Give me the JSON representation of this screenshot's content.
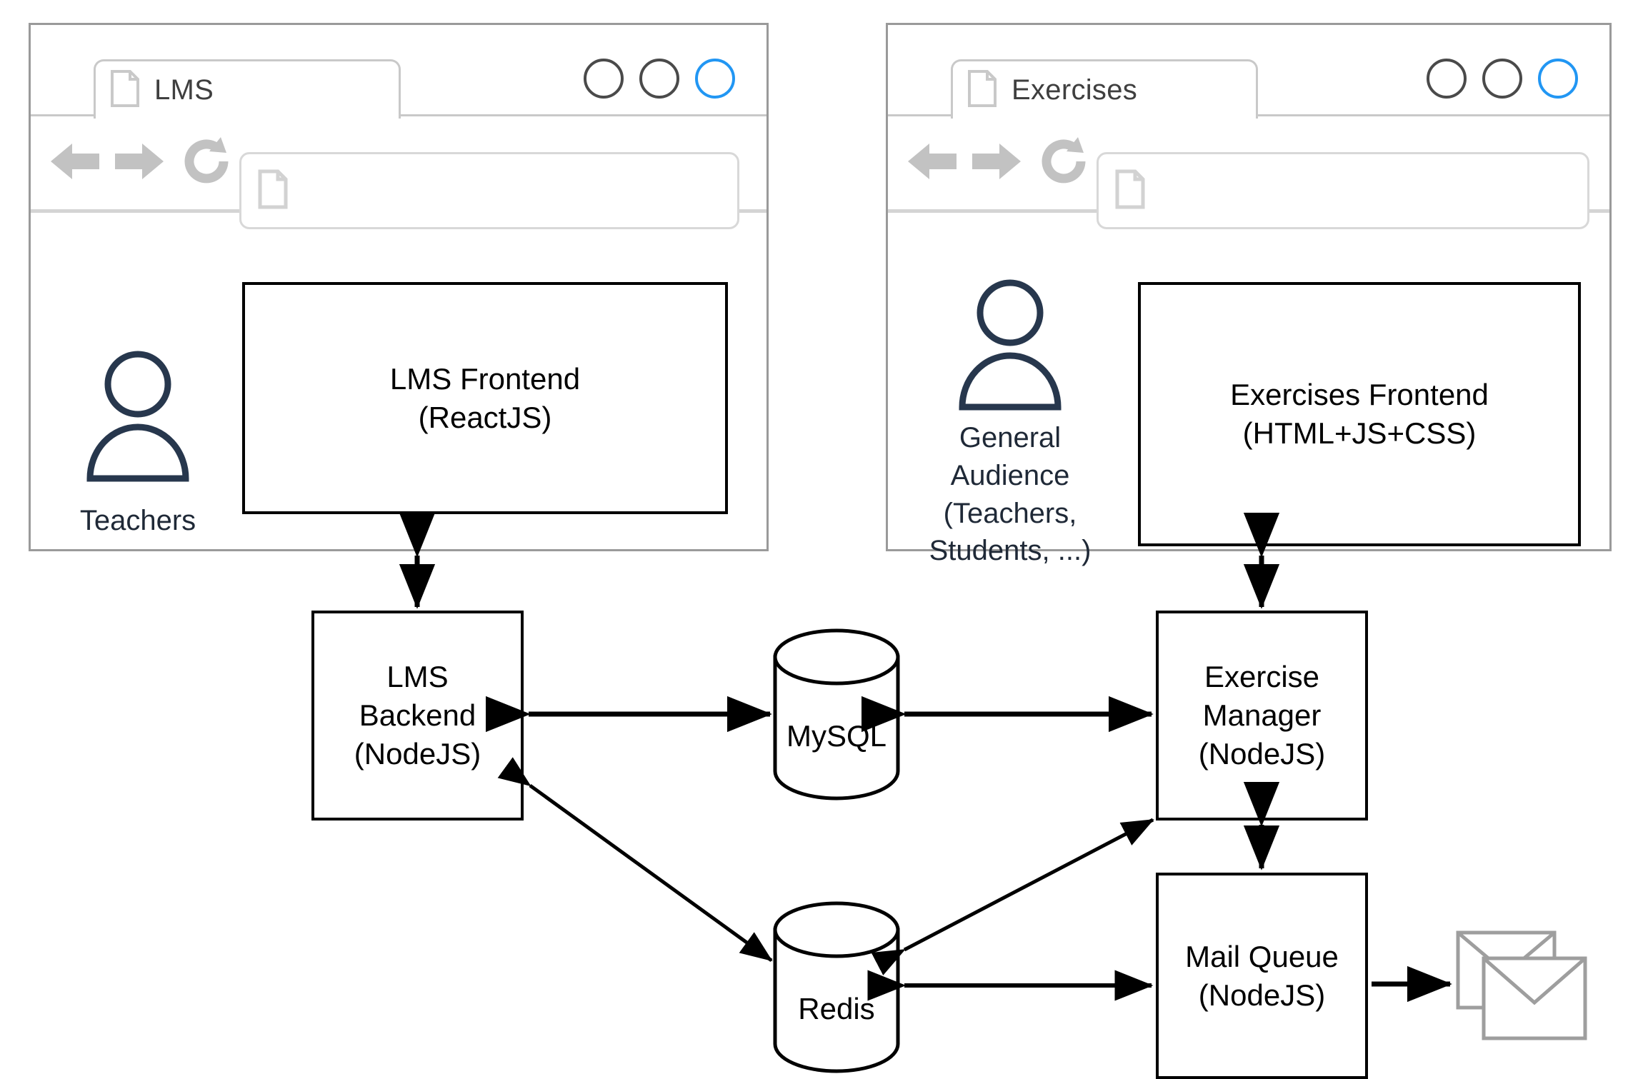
{
  "diagram": {
    "title": "LMS and Exercises system architecture",
    "colors": {
      "stroke": "#000000",
      "chrome_border": "#9a9a9a",
      "chrome_light": "#c9c9c9",
      "toolbar_icon": "#c2c2c2",
      "accent_blue": "#2196f3",
      "person_navy": "#27374d",
      "envelope_gray": "#9e9e9e",
      "tab_text": "#3f3f3f"
    },
    "browsers": [
      {
        "name": "lms-browser",
        "tab_label": "LMS",
        "tab_icon": "document-icon",
        "window_buttons": [
          "minimize-button",
          "maximize-button",
          "close-button"
        ],
        "toolbar_icons": [
          "back-arrow-icon",
          "forward-arrow-icon",
          "reload-icon"
        ],
        "address_bar": {
          "value": "",
          "placeholder": "",
          "icon": "document-icon"
        },
        "actor": {
          "icon": "person-icon",
          "caption": "Teachers"
        },
        "content_node": {
          "lines": [
            "LMS Frontend",
            "(ReactJS)"
          ]
        }
      },
      {
        "name": "exercises-browser",
        "tab_label": "Exercises",
        "tab_icon": "document-icon",
        "window_buttons": [
          "minimize-button",
          "maximize-button",
          "close-button"
        ],
        "toolbar_icons": [
          "back-arrow-icon",
          "forward-arrow-icon",
          "reload-icon"
        ],
        "address_bar": {
          "value": "",
          "placeholder": "",
          "icon": "document-icon"
        },
        "actor": {
          "icon": "person-icon",
          "caption": "General\nAudience\n(Teachers,\nStudents, ...)"
        },
        "content_node": {
          "lines": [
            "Exercises Frontend",
            "(HTML+JS+CSS)"
          ]
        }
      }
    ],
    "services": [
      {
        "name": "lms-backend",
        "lines": [
          "LMS",
          "Backend",
          "(NodeJS)"
        ],
        "shape": "rectangle"
      },
      {
        "name": "exercise-manager",
        "lines": [
          "Exercise",
          "Manager",
          "(NodeJS)"
        ],
        "shape": "rectangle"
      },
      {
        "name": "mail-queue",
        "lines": [
          "Mail Queue",
          "(NodeJS)"
        ],
        "shape": "rectangle"
      }
    ],
    "datastores": [
      {
        "name": "mysql-database",
        "label": "MySQL",
        "shape": "cylinder"
      },
      {
        "name": "redis-database",
        "label": "Redis",
        "shape": "cylinder"
      }
    ],
    "endpoints": [
      {
        "name": "email-output",
        "icon": "envelope-stack-icon",
        "label": ""
      }
    ],
    "connections": [
      {
        "from": "LMS Frontend (ReactJS)",
        "to": "LMS Backend (NodeJS)",
        "arrow": "bidirectional",
        "orientation": "vertical"
      },
      {
        "from": "Exercises Frontend (HTML+JS+CSS)",
        "to": "Exercise Manager (NodeJS)",
        "arrow": "bidirectional",
        "orientation": "vertical"
      },
      {
        "from": "LMS Backend (NodeJS)",
        "to": "MySQL",
        "arrow": "bidirectional",
        "orientation": "horizontal"
      },
      {
        "from": "MySQL",
        "to": "Exercise Manager (NodeJS)",
        "arrow": "bidirectional",
        "orientation": "horizontal"
      },
      {
        "from": "LMS Backend (NodeJS)",
        "to": "Redis",
        "arrow": "bidirectional",
        "orientation": "diagonal"
      },
      {
        "from": "Redis",
        "to": "Exercise Manager (NodeJS)",
        "arrow": "bidirectional",
        "orientation": "diagonal"
      },
      {
        "from": "Redis",
        "to": "Mail Queue (NodeJS)",
        "arrow": "bidirectional",
        "orientation": "horizontal"
      },
      {
        "from": "Exercise Manager (NodeJS)",
        "to": "Mail Queue (NodeJS)",
        "arrow": "bidirectional",
        "orientation": "vertical"
      },
      {
        "from": "Mail Queue (NodeJS)",
        "to": "Email",
        "arrow": "unidirectional",
        "orientation": "horizontal"
      }
    ]
  }
}
